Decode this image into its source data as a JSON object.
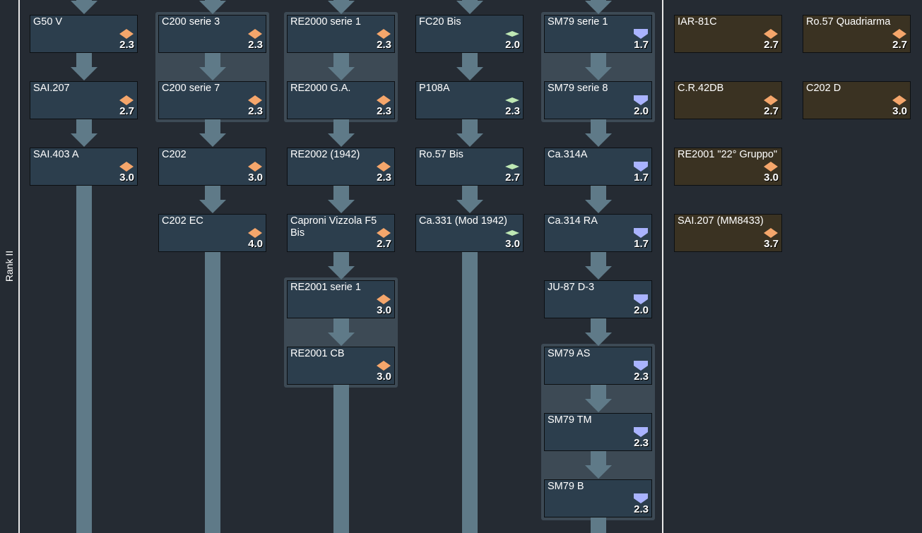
{
  "rank_label": "Rank II",
  "colors": {
    "fighter": "#f5a66b",
    "attacker": "#bfe8b4",
    "bomber": "#a9b3ff"
  },
  "research_columns": [
    {
      "items": [
        {
          "name": "G50 V",
          "type": "fighter",
          "br": "2.3"
        },
        {
          "name": "SAI.207",
          "type": "fighter",
          "br": "2.7"
        },
        {
          "name": "SAI.403 A",
          "type": "fighter",
          "br": "3.0"
        }
      ],
      "groups": []
    },
    {
      "items": [
        {
          "name": "C200 serie 3",
          "type": "fighter",
          "br": "2.3"
        },
        {
          "name": "C200 serie 7",
          "type": "fighter",
          "br": "2.3"
        },
        {
          "name": "C202",
          "type": "fighter",
          "br": "3.0"
        },
        {
          "name": "C202 EC",
          "type": "fighter",
          "br": "4.0"
        }
      ],
      "groups": [
        [
          0,
          1
        ]
      ]
    },
    {
      "items": [
        {
          "name": "RE2000 serie 1",
          "type": "fighter",
          "br": "2.3"
        },
        {
          "name": "RE2000 G.A.",
          "type": "fighter",
          "br": "2.3"
        },
        {
          "name": "RE2002 (1942)",
          "type": "fighter",
          "br": "2.3"
        },
        {
          "name": "Caproni Vizzola F5 Bis",
          "type": "fighter",
          "br": "2.7"
        },
        {
          "name": "RE2001 serie 1",
          "type": "fighter",
          "br": "3.0"
        },
        {
          "name": "RE2001 CB",
          "type": "fighter",
          "br": "3.0"
        }
      ],
      "groups": [
        [
          0,
          1
        ],
        [
          4,
          5
        ]
      ]
    },
    {
      "items": [
        {
          "name": "FC20 Bis",
          "type": "attacker",
          "br": "2.0"
        },
        {
          "name": "P108A",
          "type": "attacker",
          "br": "2.3"
        },
        {
          "name": "Ro.57 Bis",
          "type": "attacker",
          "br": "2.7"
        },
        {
          "name": "Ca.331 (Mod 1942)",
          "type": "attacker",
          "br": "3.0"
        }
      ],
      "groups": []
    },
    {
      "items": [
        {
          "name": "SM79 serie 1",
          "type": "bomber",
          "br": "1.7"
        },
        {
          "name": "SM79 serie 8",
          "type": "bomber",
          "br": "2.0"
        },
        {
          "name": "Ca.314A",
          "type": "bomber",
          "br": "1.7"
        },
        {
          "name": "Ca.314 RA",
          "type": "bomber",
          "br": "1.7"
        },
        {
          "name": "JU-87 D-3",
          "type": "bomber",
          "br": "2.0"
        },
        {
          "name": "SM79 AS",
          "type": "bomber",
          "br": "2.3"
        },
        {
          "name": "SM79 TM",
          "type": "bomber",
          "br": "2.3"
        },
        {
          "name": "SM79 B",
          "type": "bomber",
          "br": "2.3"
        }
      ],
      "groups": [
        [
          0,
          1
        ],
        [
          5,
          7
        ]
      ]
    }
  ],
  "premium_columns": [
    {
      "items": [
        {
          "name": "IAR-81C",
          "type": "fighter",
          "br": "2.7"
        },
        {
          "name": "C.R.42DB",
          "type": "fighter",
          "br": "2.7"
        },
        {
          "name": "RE2001 \"22° Gruppo\"",
          "type": "fighter",
          "br": "3.0"
        },
        {
          "name": "SAI.207 (MM8433)",
          "type": "fighter",
          "br": "3.7"
        }
      ]
    },
    {
      "items": [
        {
          "name": "Ro.57 Quadriarma",
          "type": "fighter",
          "br": "2.7"
        },
        {
          "name": "C202 D",
          "type": "fighter",
          "br": "3.0"
        }
      ]
    }
  ]
}
